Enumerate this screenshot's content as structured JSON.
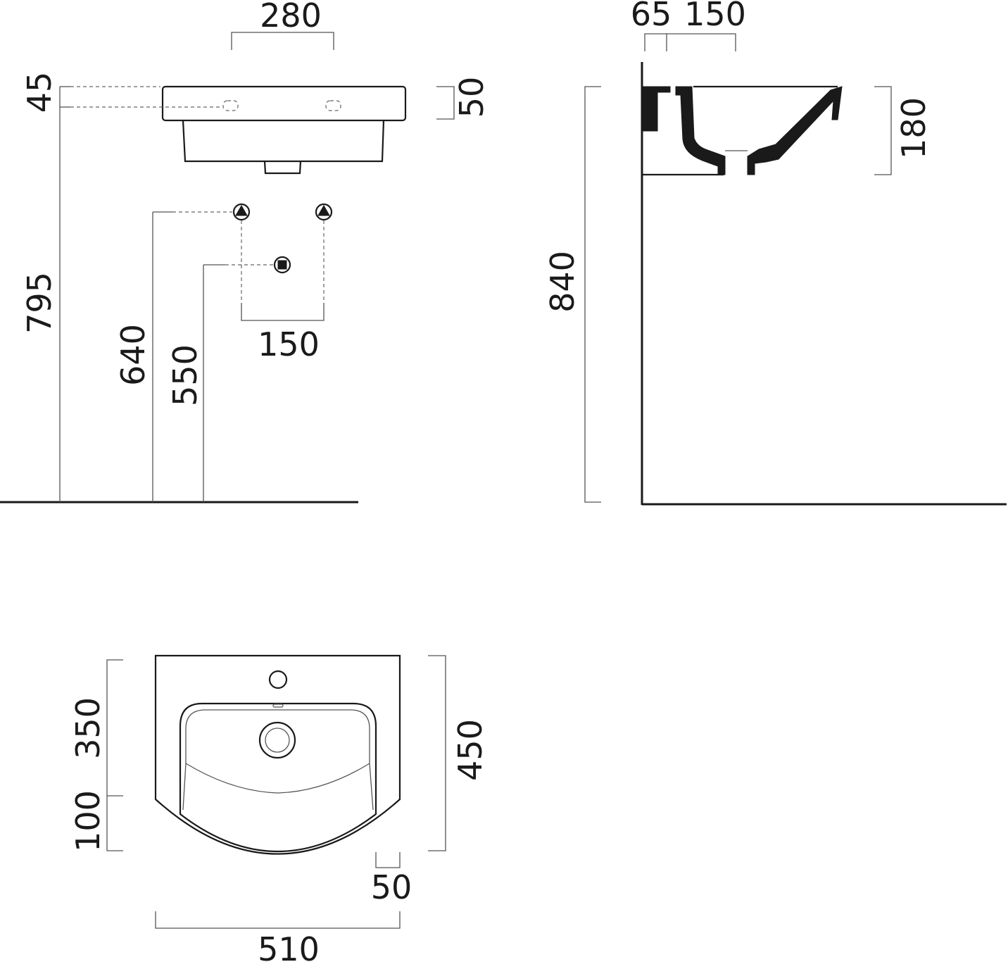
{
  "front_view": {
    "top_width": "280",
    "rim_height": "45",
    "rim_thickness": "50",
    "rim_height_total": "795",
    "supply_height": "640",
    "waste_height": "550",
    "supply_spacing": "150"
  },
  "side_view": {
    "wall_offset": "65",
    "tap_offset": "150",
    "basin_depth": "180",
    "total_height": "840"
  },
  "top_view": {
    "front_depth": "350",
    "back_depth": "100",
    "total_depth": "450",
    "overhang": "50",
    "total_width": "510"
  },
  "colors": {
    "line": "#1a1a1a",
    "dim_line": "#555555"
  }
}
